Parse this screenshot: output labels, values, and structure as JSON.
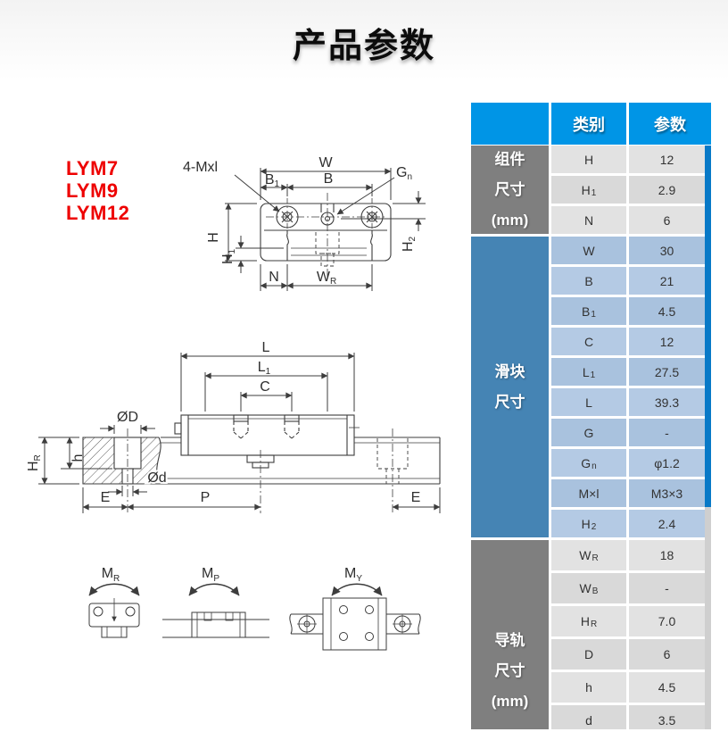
{
  "page": {
    "title": "产品参数"
  },
  "models": [
    "LYM7",
    "LYM9",
    "LYM12"
  ],
  "colors": {
    "header_blue": "#0095e6",
    "group_gray": "#7f7f7f",
    "group_blue": "#4584b4",
    "cell_blue": "#aec6e1",
    "cell_gray": "#dedede",
    "scrollbar_thumb": "#0879c7",
    "scrollbar_track": "#cfcfcf",
    "model_red": "#ee0000"
  },
  "diagram": {
    "front": {
      "screws_label": "4-Mxl",
      "w": "W",
      "b": "B",
      "b1": [
        "B",
        "1"
      ],
      "gn": [
        "G",
        "n"
      ],
      "h": "H",
      "h1": [
        "H",
        "1"
      ],
      "h2": [
        "H",
        "2"
      ],
      "n": "N",
      "wr": [
        "W",
        "R"
      ]
    },
    "side": {
      "l": "L",
      "l1": [
        "L",
        "1"
      ],
      "c": "C",
      "od_big": "ØD",
      "od_small": "Ød",
      "hr": [
        "H",
        "R"
      ],
      "h": "h",
      "e_left": "E",
      "p": "P",
      "e_right": "E"
    },
    "moments": {
      "mr": [
        "M",
        "R"
      ],
      "mp": [
        "M",
        "P"
      ],
      "my": [
        "M",
        "Y"
      ]
    }
  },
  "table": {
    "header": {
      "category": "类别",
      "parameter": "参数"
    },
    "groups": [
      {
        "label_lines": [
          "组件",
          "尺寸",
          "(mm)"
        ],
        "theme": "gray",
        "rows": [
          {
            "base": "H",
            "sub": "",
            "value": "12"
          },
          {
            "base": "H",
            "sub": "1",
            "value": "2.9"
          },
          {
            "base": "N",
            "sub": "",
            "value": "6"
          }
        ]
      },
      {
        "label_lines": [
          "滑块",
          "尺寸"
        ],
        "theme": "blue",
        "rows": [
          {
            "base": "W",
            "sub": "",
            "value": "30"
          },
          {
            "base": "B",
            "sub": "",
            "value": "21"
          },
          {
            "base": "B",
            "sub": "1",
            "value": "4.5"
          },
          {
            "base": "C",
            "sub": "",
            "value": "12"
          },
          {
            "base": "L",
            "sub": "1",
            "value": "27.5"
          },
          {
            "base": "L",
            "sub": "",
            "value": "39.3"
          },
          {
            "base": "G",
            "sub": "",
            "value": "-"
          },
          {
            "base": "G",
            "sub": "n",
            "value": "φ1.2"
          },
          {
            "base": "M×l",
            "sub": "",
            "value": "M3×3"
          },
          {
            "base": "H",
            "sub": "2",
            "value": "2.4"
          }
        ]
      },
      {
        "label_lines": [
          "导轨",
          "尺寸",
          "(mm)"
        ],
        "theme": "gray",
        "rows": [
          {
            "base": "W",
            "sub": "R",
            "value": "18"
          },
          {
            "base": "W",
            "sub": "B",
            "value": "-"
          },
          {
            "base": "H",
            "sub": "R",
            "value": "7.0"
          },
          {
            "base": "D",
            "sub": "",
            "value": "6"
          },
          {
            "base": "h",
            "sub": "",
            "value": "4.5"
          },
          {
            "base": "d",
            "sub": "",
            "value": "3.5"
          }
        ]
      }
    ]
  }
}
